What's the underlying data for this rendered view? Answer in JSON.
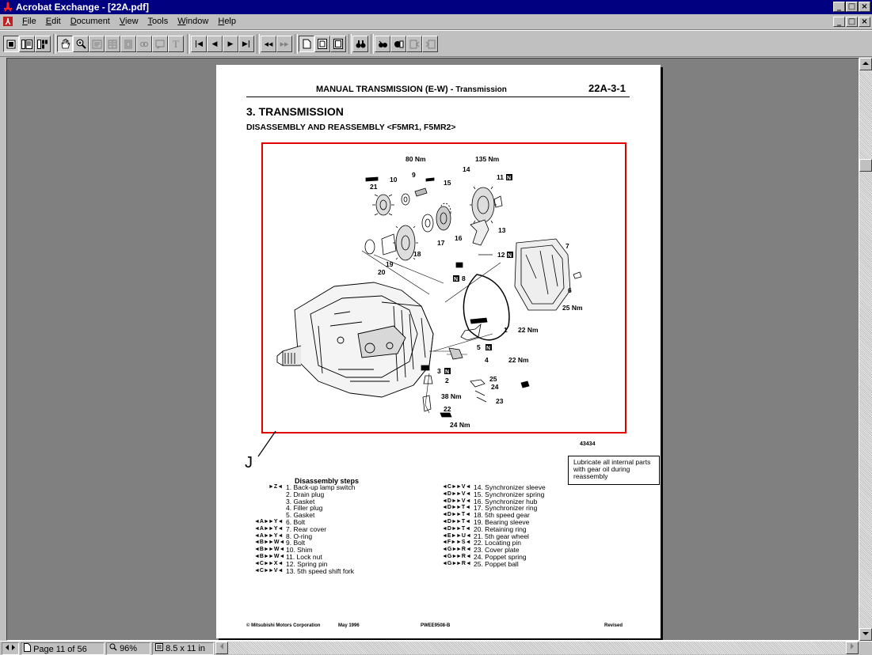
{
  "window": {
    "title": "Acrobat Exchange - [22A.pdf]",
    "controls": [
      "_",
      "□",
      "×"
    ]
  },
  "menu": {
    "items": [
      {
        "key": "F",
        "rest": "ile"
      },
      {
        "key": "E",
        "rest": "dit"
      },
      {
        "key": "D",
        "rest": "ocument"
      },
      {
        "key": "V",
        "rest": "iew"
      },
      {
        "key": "T",
        "rest": "ools"
      },
      {
        "key": "W",
        "rest": "indow"
      },
      {
        "key": "H",
        "rest": "elp"
      }
    ]
  },
  "toolbar": {
    "icons": [
      "page-only-icon",
      "bookmarks-icon",
      "thumbnails-icon",
      "hand-tool-icon",
      "zoom-tool-icon",
      "text-select-icon",
      "column-select-icon",
      "crop-icon",
      "link-icon",
      "note-icon",
      "touchup-text-icon",
      "first-page-icon",
      "prev-page-icon",
      "next-page-icon",
      "last-page-icon",
      "go-back-icon",
      "go-forward-icon",
      "actual-size-icon",
      "fit-page-icon",
      "fit-width-icon",
      "find-icon",
      "search-icon",
      "search-results-icon",
      "prev-highlight-icon",
      "next-highlight-icon"
    ],
    "glyphs": {
      "first": "|◀",
      "prev": "◀",
      "next": "▶",
      "last": "▶|",
      "back": "◀◀",
      "forward": "▶▶",
      "text_tool": "T"
    }
  },
  "document": {
    "header_title": "MANUAL TRANSMISSION (E-W)",
    "header_sep": "-",
    "header_sub": "Transmission",
    "page_code": "22A-3-1",
    "section_title": "3. TRANSMISSION",
    "subsection_title": "DISASSEMBLY AND REASSEMBLY <F5MR1, F5MR2>",
    "figure_code": "43434",
    "callout_label": "J",
    "callout_text": "Lubricate all internal parts with gear oil during reassembly",
    "torques": {
      "t80": "80 Nm",
      "t135": "135 Nm",
      "t25": "25 Nm",
      "t22a": "22 Nm",
      "t22b": "22 Nm",
      "t38": "38 Nm",
      "t24": "24 Nm"
    },
    "part_labels": {
      "p1": "1",
      "p2": "2",
      "p3": "3",
      "p4": "4",
      "p5": "5",
      "p6": "6",
      "p7": "7",
      "p8": "8",
      "p9": "9",
      "p10": "10",
      "p11": "11",
      "p12": "12",
      "p13": "13",
      "p14": "14",
      "p15": "15",
      "p16": "16",
      "p17": "17",
      "p18": "18",
      "p19": "19",
      "p20": "20",
      "p21": "21",
      "p22": "22",
      "p23": "23",
      "p24": "24",
      "p25": "25",
      "n": "N"
    },
    "steps_title": "Disassembly steps",
    "steps_left": [
      {
        "m1": "",
        "m2": "►Z◄",
        "name": "1. Back-up lamp switch"
      },
      {
        "m1": "",
        "m2": "",
        "name": "2. Drain plug"
      },
      {
        "m1": "",
        "m2": "",
        "name": "3. Gasket"
      },
      {
        "m1": "",
        "m2": "",
        "name": "4. Filler plug"
      },
      {
        "m1": "",
        "m2": "",
        "name": "5. Gasket"
      },
      {
        "m1": "◄A►",
        "m2": "►Y◄",
        "name": "6. Bolt"
      },
      {
        "m1": "◄A►",
        "m2": "►Y◄",
        "name": "7. Rear cover"
      },
      {
        "m1": "◄A►",
        "m2": "►Y◄",
        "name": "8. O-ring"
      },
      {
        "m1": "◄B►",
        "m2": "►W◄",
        "name": "9. Bolt"
      },
      {
        "m1": "◄B►",
        "m2": "►W◄",
        "name": "10. Shim"
      },
      {
        "m1": "◄B►",
        "m2": "►W◄",
        "name": "11. Lock nut"
      },
      {
        "m1": "◄C►",
        "m2": "►X◄",
        "name": "12. Spring pin"
      },
      {
        "m1": "◄C►",
        "m2": "►V◄",
        "name": "13. 5th speed shift fork"
      }
    ],
    "steps_right": [
      {
        "m1": "◄C►",
        "m2": "►V◄",
        "name": "14. Synchronizer sleeve"
      },
      {
        "m1": "◄D►",
        "m2": "►V◄",
        "name": "15. Synchronizer spring"
      },
      {
        "m1": "◄D►",
        "m2": "►V◄",
        "name": "16. Synchronizer hub"
      },
      {
        "m1": "◄D►",
        "m2": "►T◄",
        "name": "17. Synchronizer ring"
      },
      {
        "m1": "◄D►",
        "m2": "►T◄",
        "name": "18. 5th speed gear"
      },
      {
        "m1": "◄D►",
        "m2": "►T◄",
        "name": "19. Bearing sleeve"
      },
      {
        "m1": "◄D►",
        "m2": "►T◄",
        "name": "20. Retaining ring"
      },
      {
        "m1": "◄E►",
        "m2": "►U◄",
        "name": "21. 5th gear wheel"
      },
      {
        "m1": "◄F►",
        "m2": "►S◄",
        "name": "22. Locating pin"
      },
      {
        "m1": "◄G►",
        "m2": "►R◄",
        "name": "23. Cover plate"
      },
      {
        "m1": "◄G►",
        "m2": "►R◄",
        "name": "24. Poppet spring"
      },
      {
        "m1": "◄G►",
        "m2": "►R◄",
        "name": "25. Poppet ball"
      }
    ],
    "footer_left": "© Mitsubishi Motors Corporation",
    "footer_date": "May 1996",
    "footer_code": "PWEE9508-B",
    "footer_right": "Revised"
  },
  "status": {
    "page": "Page 11 of 56",
    "zoom": "96%",
    "size": "8.5 x 11 in"
  },
  "colors": {
    "title_bar": "#000080",
    "highlight_box": "#e00000"
  }
}
